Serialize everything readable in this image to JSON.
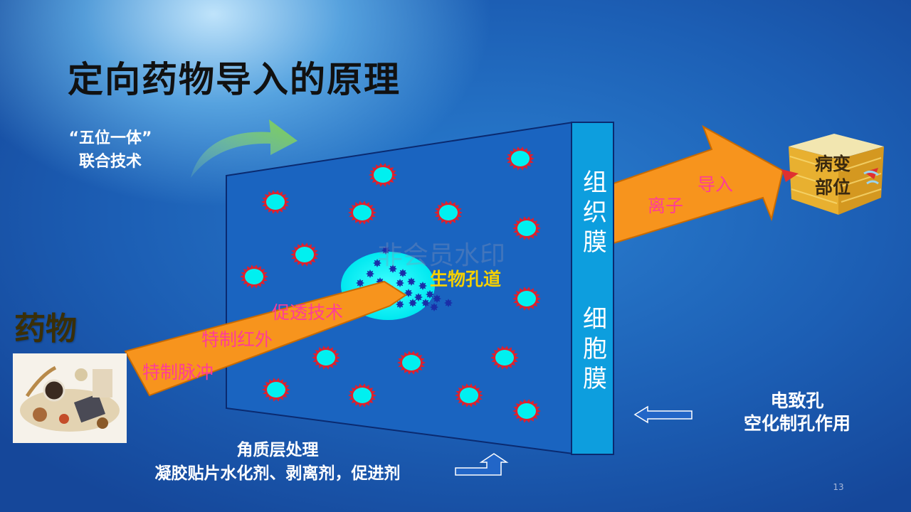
{
  "title": "定向药物导入的原理",
  "five_in_one": {
    "line1": "“五位一体”",
    "line2": "联合技术"
  },
  "drug": {
    "label": "药物"
  },
  "bio_channel": "生物孔道",
  "techniques": {
    "penetration": "促透技术",
    "infrared": "特制红外",
    "pulse": "特制脉冲"
  },
  "membrane": {
    "tissue": "组织膜",
    "cell": "细胞膜"
  },
  "ion_import": {
    "ion": "离子",
    "import": "导入"
  },
  "lesion": {
    "line1": "病变",
    "line2": "部位"
  },
  "electroporation": {
    "line1": "电致孔",
    "line2": "空化制孔作用"
  },
  "stratum": {
    "line1": "角质层处理",
    "line2": "凝胶贴片水化剂、剥离剂，促进剂"
  },
  "watermark": "非会员水印",
  "page_number": "13",
  "colors": {
    "panel": "#1a64c0",
    "membrane": "#0d9ede",
    "arrow": "#f7941d",
    "accent_text": "#ff3c98",
    "bio_text": "#f5d000",
    "particle_core": "#00f0f0",
    "particle_ring": "#e0202c"
  },
  "icons": [
    "curved-arrow-icon",
    "left-arrow-icon",
    "bent-up-arrow-icon",
    "lesion-cube-icon",
    "drug-photo"
  ]
}
